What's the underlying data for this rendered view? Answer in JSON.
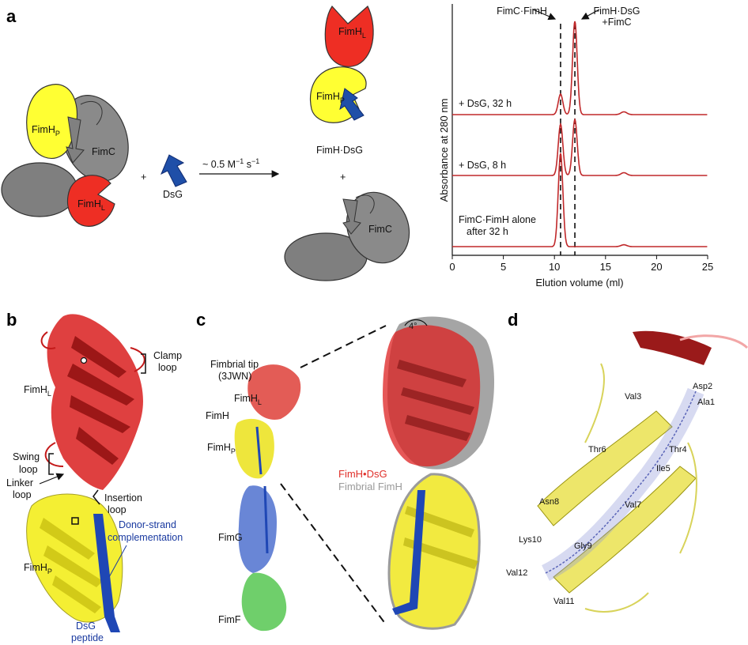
{
  "panels": {
    "a": {
      "letter": "a",
      "complex_labels": {
        "fimh_p": "FimH",
        "fimh_p_sub": "P",
        "fimc": "FimC",
        "fimh_l": "FimH",
        "fimh_l_sub": "L"
      },
      "plus1": "+",
      "dsg": "DsG",
      "rate": "~ 0.5 M",
      "rate_exp": "−1",
      "rate_s": " s",
      "rate_s_exp": "−1",
      "product_labels": {
        "fimh_l": "FimH",
        "fimh_l_sub": "L",
        "fimh_p": "FimH",
        "fimh_p_sub": "P",
        "fimh_dsg": "FimH·DsG",
        "plus2": "+",
        "fimc": "FimC"
      }
    },
    "chart": {
      "annot_left": "FimC·FimH",
      "annot_right_1": "FimH·DsG",
      "annot_right_2": "+FimC",
      "trace_labels": [
        "+ DsG, 32 h",
        "+ DsG, 8 h",
        "FimC·FimH alone",
        "after 32 h"
      ]
    },
    "b": {
      "letter": "b",
      "fimh_l": "FimH",
      "fimh_l_sub": "L",
      "clamp": "Clamp",
      "clamp2": "loop",
      "swing": "Swing",
      "swing2": "loop",
      "linker": "Linker",
      "linker2": "loop",
      "insertion": "Insertion",
      "insertion2": "loop",
      "dsc1": "Donor-strand",
      "dsc2": "complementation",
      "fimh_p": "FimH",
      "fimh_p_sub": "P",
      "dsg1": "DsG",
      "dsg2": "peptide"
    },
    "c": {
      "letter": "c",
      "tip1": "Fimbrial tip",
      "tip2": "(3JWN)",
      "fimh_l": "FimH",
      "fimh_l_sub": "L",
      "fimh": "FimH",
      "fimh_p": "FimH",
      "fimh_p_sub": "P",
      "fimg": "FimG",
      "fimf": "FimF",
      "angle": "4°",
      "legend_red": "FimH•DsG",
      "legend_gray": "Fimbrial FimH"
    },
    "d": {
      "letter": "d",
      "residues": [
        "Asp2",
        "Val3",
        "Ala1",
        "Thr6",
        "Thr4",
        "Ile5",
        "Asn8",
        "Val7",
        "Lys10",
        "Gly9",
        "Val12",
        "Val11"
      ]
    }
  },
  "chart_data": {
    "type": "line",
    "title": "",
    "xlabel": "Elution volume (ml)",
    "ylabel": "Absorbance at 280 nm",
    "xlim": [
      0,
      25
    ],
    "xticks": [
      0,
      5,
      10,
      15,
      20,
      25
    ],
    "dashed_lines_x": [
      10.6,
      12.0
    ],
    "series": [
      {
        "label": "+ DsG, 32 h",
        "peaks": [
          {
            "x": 10.6,
            "h": 0.22
          },
          {
            "x": 12.0,
            "h": 1.0
          }
        ],
        "minor": [
          {
            "x": 16.8,
            "h": 0.03
          }
        ]
      },
      {
        "label": "+ DsG, 8 h",
        "peaks": [
          {
            "x": 10.6,
            "h": 0.55
          },
          {
            "x": 12.0,
            "h": 0.6
          }
        ],
        "minor": [
          {
            "x": 16.8,
            "h": 0.03
          }
        ]
      },
      {
        "label": "FimC·FimH alone after 32 h",
        "peaks": [
          {
            "x": 10.6,
            "h": 1.0
          }
        ],
        "minor": [
          {
            "x": 16.8,
            "h": 0.02
          }
        ]
      }
    ],
    "line_color": "#c0282a"
  }
}
